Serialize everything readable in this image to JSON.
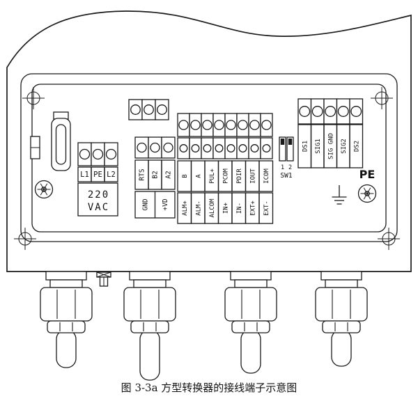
{
  "figure": {
    "caption": "图 3-3a 方型转换器的接线端子示意图"
  },
  "colors": {
    "ink": "#1a1a1a",
    "paper": "#ffffff"
  },
  "power_block": {
    "terminals": [
      "L1",
      "PE",
      "L2"
    ],
    "voltage": [
      "220",
      "VAC"
    ]
  },
  "comm_block": {
    "labels": [
      "RTS",
      "B2",
      "A2"
    ],
    "aux": [
      "GND",
      "+VD"
    ]
  },
  "io_block": {
    "upper": [
      "B",
      "A",
      "PUL+",
      "PCOM",
      "PDIR",
      "IOUT",
      "ICOM"
    ],
    "lower": [
      "ALM+",
      "ALM-",
      "ALCOM",
      "IN+",
      "IN-",
      "EXT+",
      "EXT-"
    ]
  },
  "sensor_block": {
    "labels": [
      "DS1",
      "SIG1",
      "SIG GND",
      "SIG2",
      "DS2"
    ]
  },
  "dip_switch": {
    "label": "SW1",
    "positions": [
      "1",
      "2"
    ]
  },
  "ground": {
    "label": "PE"
  }
}
